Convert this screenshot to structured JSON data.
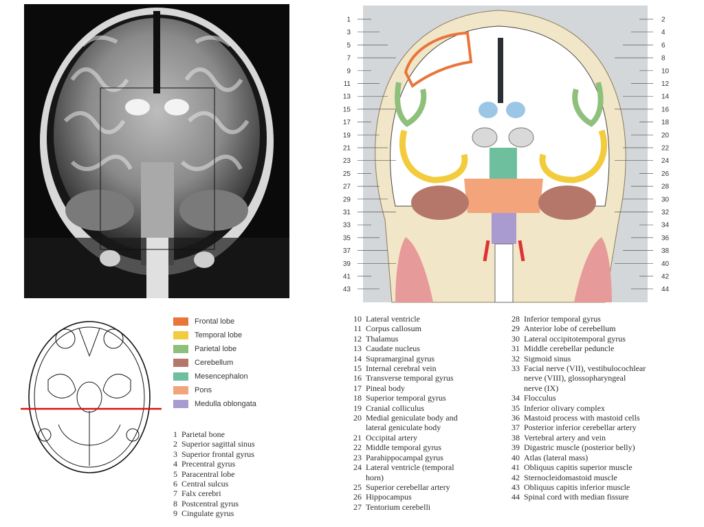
{
  "legend": [
    {
      "label": "Frontal lobe",
      "color": "#e8763a"
    },
    {
      "label": "Temporal lobe",
      "color": "#f2cc3c"
    },
    {
      "label": "Parietal lobe",
      "color": "#8ec07c"
    },
    {
      "label": "Cerebellum",
      "color": "#b5776a"
    },
    {
      "label": "Mesencephalon",
      "color": "#6dbf9e"
    },
    {
      "label": "Pons",
      "color": "#f3a47a"
    },
    {
      "label": "Medulla oblongata",
      "color": "#a99ad0"
    }
  ],
  "diagram_labels": {
    "left": [
      "1",
      "3",
      "5",
      "7",
      "9",
      "11",
      "13",
      "15",
      "17",
      "19",
      "21",
      "23",
      "25",
      "27",
      "29",
      "31",
      "33",
      "35",
      "37",
      "39",
      "41",
      "43"
    ],
    "right": [
      "2",
      "4",
      "6",
      "8",
      "10",
      "12",
      "14",
      "16",
      "18",
      "20",
      "22",
      "24",
      "26",
      "28",
      "30",
      "32",
      "34",
      "36",
      "38",
      "40",
      "42",
      "44"
    ]
  },
  "list1": [
    {
      "n": "1",
      "t": "Parietal bone"
    },
    {
      "n": "2",
      "t": "Superior sagittal sinus"
    },
    {
      "n": "3",
      "t": "Superior frontal gyrus"
    },
    {
      "n": "4",
      "t": "Precentral gyrus"
    },
    {
      "n": "5",
      "t": "Paracentral lobe"
    },
    {
      "n": "6",
      "t": "Central sulcus"
    },
    {
      "n": "7",
      "t": "Falx cerebri"
    },
    {
      "n": "8",
      "t": "Postcentral gyrus"
    },
    {
      "n": "9",
      "t": "Cingulate gyrus"
    }
  ],
  "list2": [
    {
      "n": "10",
      "t": "Lateral ventricle"
    },
    {
      "n": "11",
      "t": "Corpus callosum"
    },
    {
      "n": "12",
      "t": "Thalamus"
    },
    {
      "n": "13",
      "t": "Caudate nucleus"
    },
    {
      "n": "14",
      "t": "Supramarginal gyrus"
    },
    {
      "n": "15",
      "t": "Internal cerebral vein"
    },
    {
      "n": "16",
      "t": "Transverse temporal gyrus"
    },
    {
      "n": "17",
      "t": "Pineal body"
    },
    {
      "n": "18",
      "t": "Superior temporal gyrus"
    },
    {
      "n": "19",
      "t": "Cranial colliculus"
    },
    {
      "n": "20",
      "t": "Medial geniculate body and\nlateral geniculate body"
    },
    {
      "n": "21",
      "t": "Occipital artery"
    },
    {
      "n": "22",
      "t": "Middle temporal gyrus"
    },
    {
      "n": "23",
      "t": "Parahippocampal gyrus"
    },
    {
      "n": "24",
      "t": "Lateral ventricle (temporal\nhorn)"
    },
    {
      "n": "25",
      "t": "Superior cerebellar artery"
    },
    {
      "n": "26",
      "t": "Hippocampus"
    },
    {
      "n": "27",
      "t": "Tentorium cerebelli"
    }
  ],
  "list3": [
    {
      "n": "28",
      "t": "Inferior temporal gyrus"
    },
    {
      "n": "29",
      "t": "Anterior lobe of cerebellum"
    },
    {
      "n": "30",
      "t": "Lateral occipitotemporal gyrus"
    },
    {
      "n": "31",
      "t": "Middle cerebellar peduncle"
    },
    {
      "n": "32",
      "t": "Sigmoid sinus"
    },
    {
      "n": "33",
      "t": "Facial nerve (VII), vestibulocochlear\nnerve (VIII), glossopharyngeal\nnerve (IX)"
    },
    {
      "n": "34",
      "t": "Flocculus"
    },
    {
      "n": "35",
      "t": "Inferior olivary complex"
    },
    {
      "n": "36",
      "t": "Mastoid process with mastoid cells"
    },
    {
      "n": "37",
      "t": "Posterior inferior cerebellar artery"
    },
    {
      "n": "38",
      "t": "Vertebral artery and vein"
    },
    {
      "n": "39",
      "t": "Digastric muscle (posterior belly)"
    },
    {
      "n": "40",
      "t": "Atlas (lateral mass)"
    },
    {
      "n": "41",
      "t": "Obliquus capitis superior muscle"
    },
    {
      "n": "42",
      "t": "Sternocleidomastoid muscle"
    },
    {
      "n": "43",
      "t": "Obliquus capitis inferior muscle"
    },
    {
      "n": "44",
      "t": "Spinal cord with median fissure"
    }
  ]
}
